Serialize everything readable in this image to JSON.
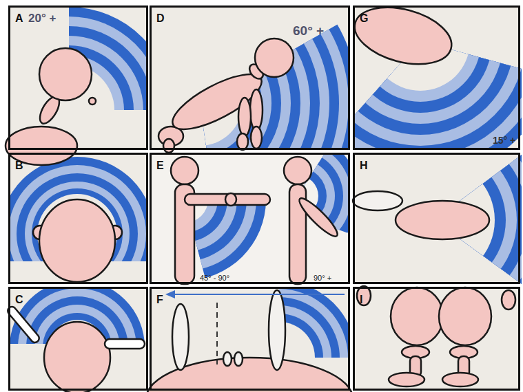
{
  "diagram": {
    "nodes": [
      {
        "text": [
          "A",
          "20° +"
        ]
      },
      {
        "text": [
          "D",
          "60° +"
        ]
      },
      {
        "text": [
          "G",
          "15° +"
        ]
      },
      {
        "text": [
          "B"
        ]
      },
      {
        "text": [
          "E",
          "45° - 90°",
          "90° +"
        ]
      },
      {
        "text": [
          "H"
        ]
      },
      {
        "text": [
          "C"
        ]
      },
      {
        "text": [
          "F"
        ]
      },
      {
        "text": [
          "I"
        ]
      }
    ]
  }
}
